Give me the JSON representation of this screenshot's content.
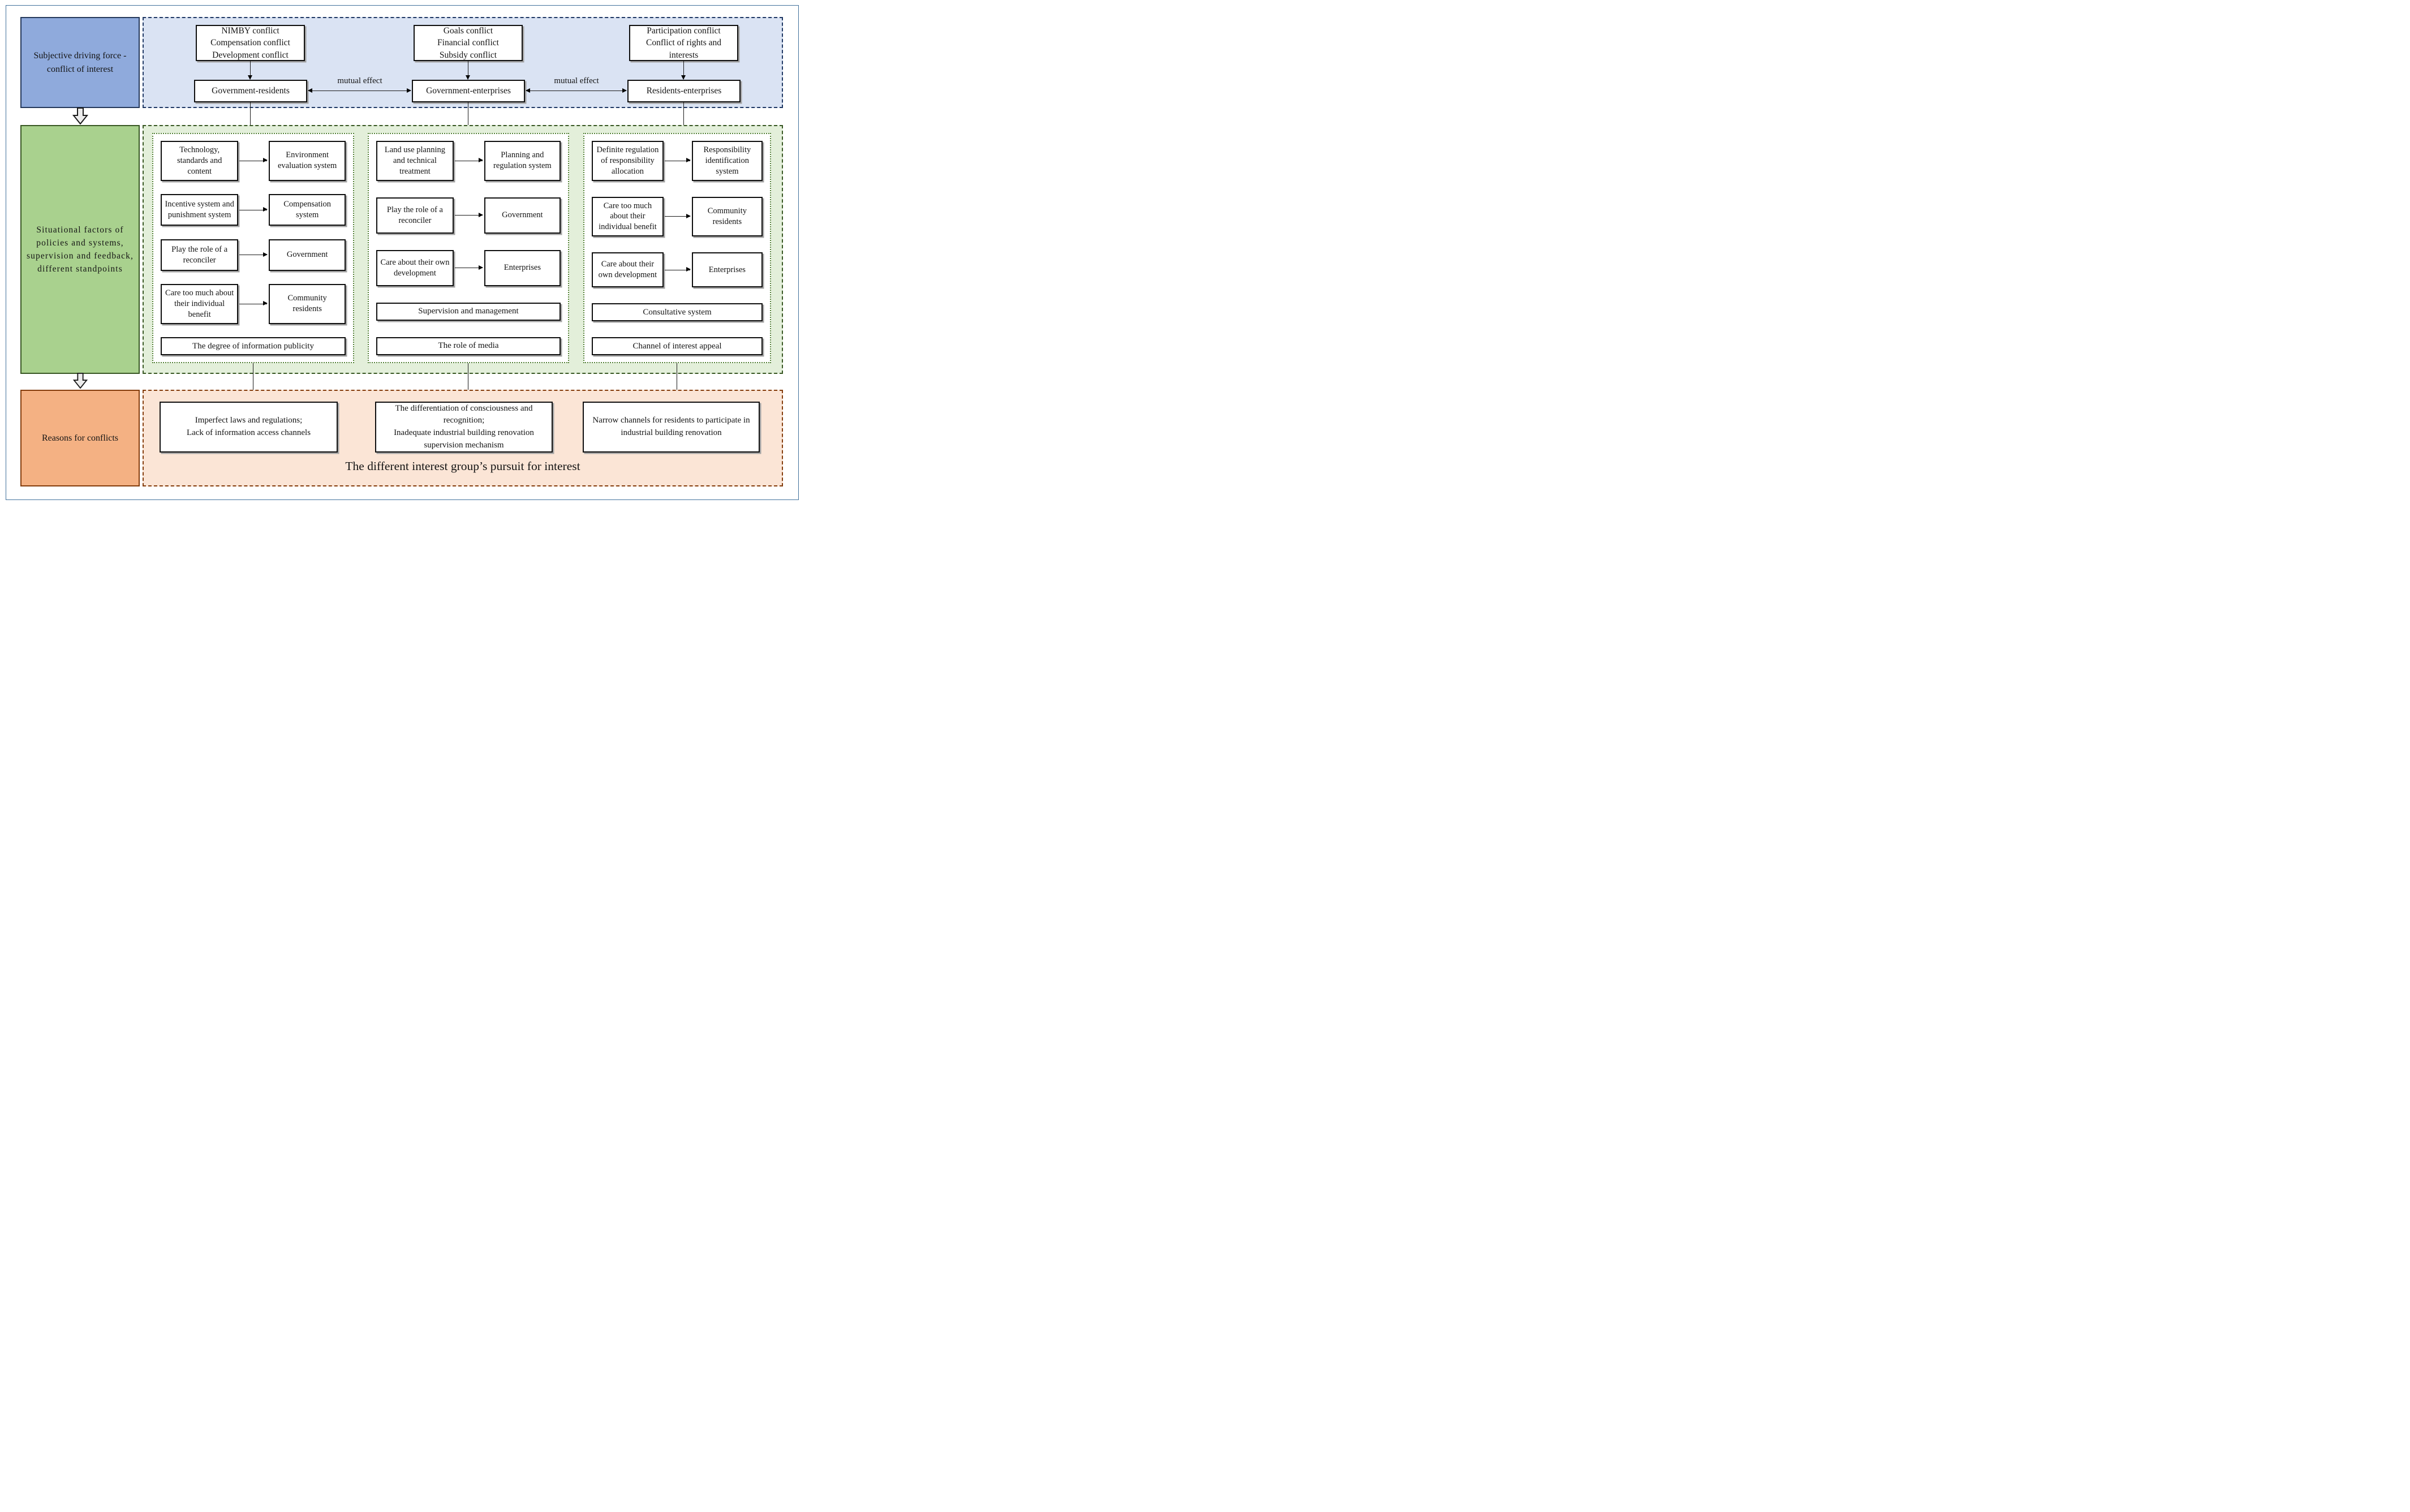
{
  "figure": {
    "top": {
      "label": "Subjective driving force -\nconflict of interest",
      "mutual_effect_left": "mutual effect",
      "mutual_effect_right": "mutual effect",
      "columns": [
        {
          "conflicts": "NIMBY conflict\nCompensation conflict\nDevelopment conflict",
          "pair": "Government-residents"
        },
        {
          "conflicts": "Goals conflict\nFinancial conflict\nSubsidy conflict",
          "pair": "Government-enterprises"
        },
        {
          "conflicts": "Participation conflict\nConflict of  rights and interests",
          "pair": "Residents-enterprises"
        }
      ]
    },
    "middle": {
      "label": "Situational factors of\npolicies and systems,\nsupervision and feedback,\ndifferent standpoints",
      "columns": [
        {
          "pairs": [
            {
              "left": "Technology, standards and content",
              "right": "Environment evaluation system"
            },
            {
              "left": "Incentive system and punishment system",
              "right": "Compensation system"
            },
            {
              "left": "Play the role of a reconciler",
              "right": "Government"
            },
            {
              "left": "Care too much about their individual benefit",
              "right": "Community residents"
            }
          ],
          "wide": [
            "The degree of information publicity"
          ]
        },
        {
          "pairs": [
            {
              "left": "Land use planning and technical treatment",
              "right": "Planning and regulation system"
            },
            {
              "left": "Play the role of a reconciler",
              "right": "Government"
            },
            {
              "left": "Care about their own development",
              "right": "Enterprises"
            }
          ],
          "wide": [
            "Supervision and management",
            "The role of media"
          ]
        },
        {
          "pairs": [
            {
              "left": "Definite regulation of responsibility allocation",
              "right": "Responsibility identification system"
            },
            {
              "left": "Care too much about their individual benefit",
              "right": "Community residents"
            },
            {
              "left": "Care about their own development",
              "right": "Enterprises"
            }
          ],
          "wide": [
            "Consultative system",
            "Channel of interest appeal"
          ]
        }
      ]
    },
    "bottom": {
      "label": "Reasons for conflicts",
      "boxes": [
        "Imperfect laws and regulations;\nLack of information access channels",
        "The differentiation of consciousness and recognition;\nInadequate industrial building renovation supervision mechanism",
        "Narrow channels for residents to participate in industrial building renovation"
      ],
      "footer": "The different interest group’s pursuit for interest"
    },
    "colors": {
      "blue_solid": "#8faadc",
      "blue_panel": "#dae3f3",
      "blue_border": "#1f3864",
      "green_solid": "#a9d18e",
      "green_panel": "#e3efda",
      "green_dashed": "#385723",
      "green_dotted": "#538135",
      "orange_solid": "#f4b183",
      "orange_panel": "#fbe5d6",
      "orange_border": "#843c0c",
      "page_border": "#41719c"
    }
  }
}
